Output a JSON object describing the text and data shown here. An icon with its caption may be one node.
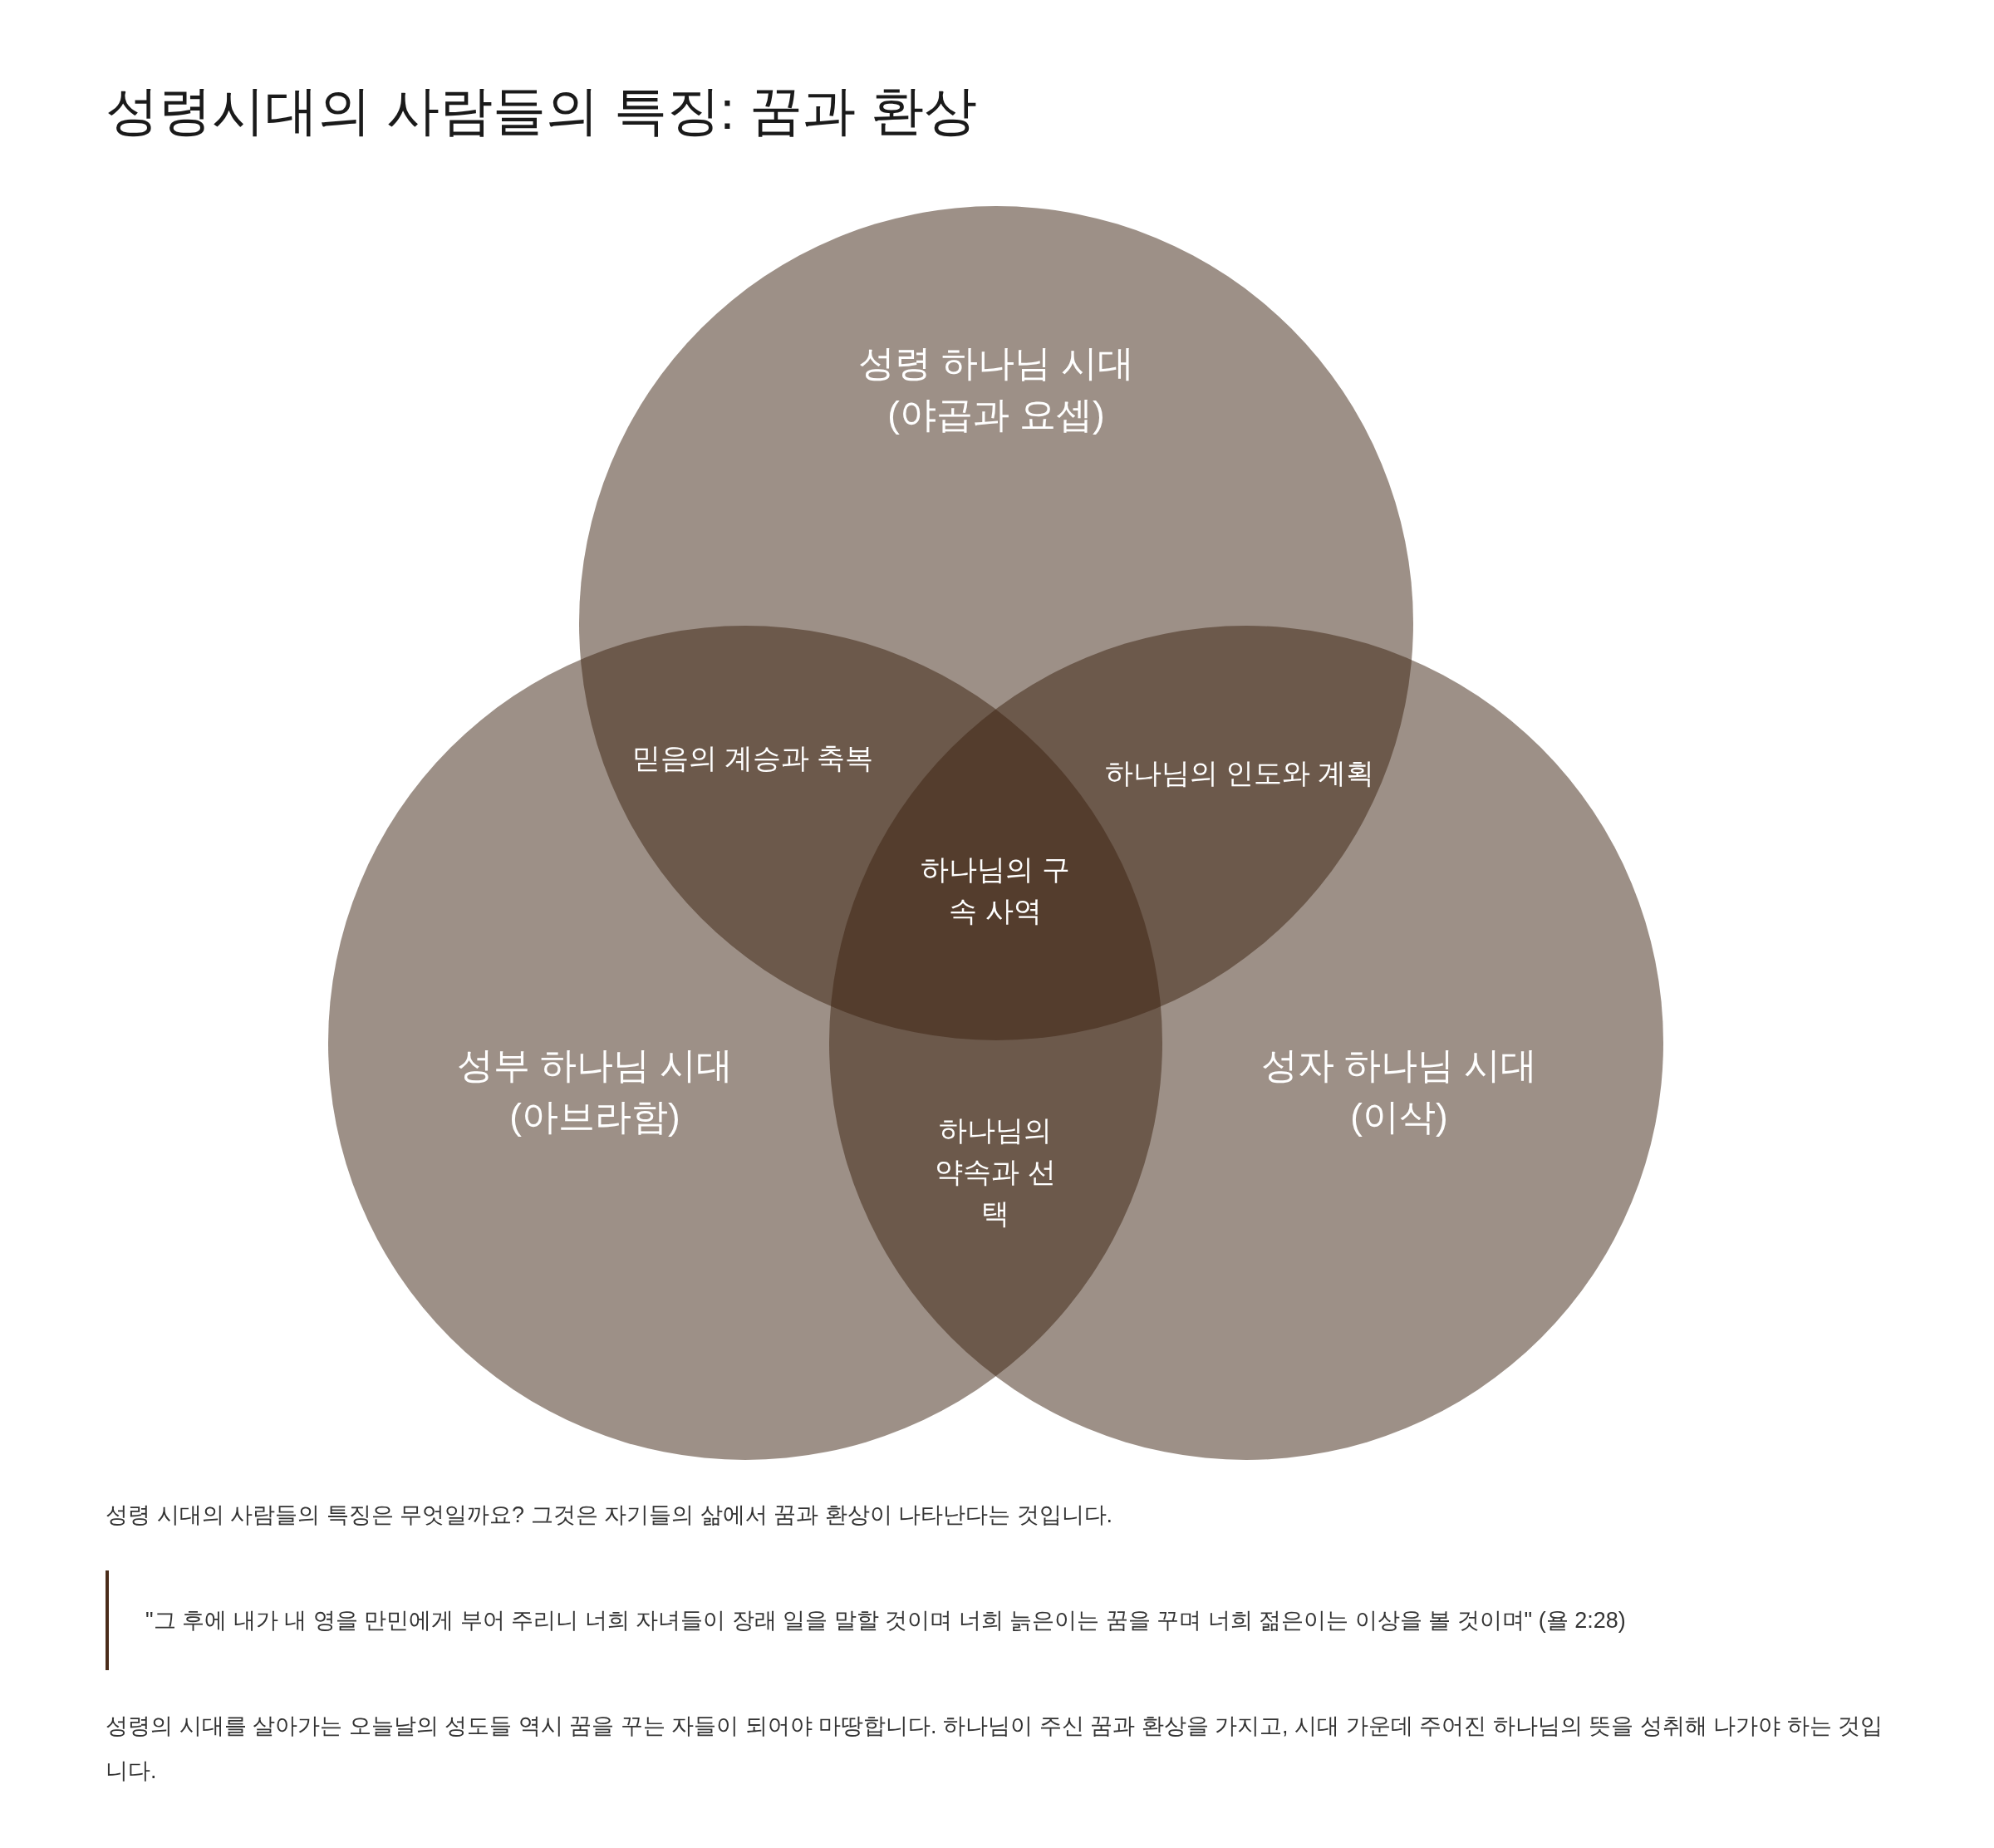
{
  "diagram": {
    "title": "성령시대의 사람들의 특징: 꿈과 환상",
    "nodes": [
      {
        "text": [
          "성령 하나님 시대",
          "(야곱과 요셉)"
        ]
      },
      {
        "text": [
          "성부 하나님 시대",
          "(아브라함)"
        ]
      },
      {
        "text": [
          "성자 하나님 시대",
          "(이삭)"
        ]
      },
      {
        "text": [
          "믿음의 계승과 축복"
        ]
      },
      {
        "text": [
          "하나님의 인도와 계획"
        ]
      },
      {
        "text": [
          "하나님의 구속 사역"
        ]
      },
      {
        "text": [
          "하나님의 약속과 선택"
        ]
      }
    ],
    "labels": [
      "성령 시대의 사람들의 특징은 무엇일까요? 그것은 자기들의 삶에서 꿈과 환상이 나타난다는 것입니다.",
      "\"그 후에 내가 내 영을 만민에게 부어 주리니 너희 자녀들이 장래 일을 말할 것이며 너희 늙은이는 꿈을 꾸며 너희 젊은이는 이상을 볼 것이며\" (욜 2:28)",
      "성령의 시대를 살아가는 오늘날의 성도들 역시 꿈을 꾸는 자들이 되어야 마땅합니다. 하나님이 주신 꿈과 환상을 가지고, 시대 가운데 주어진 하나님의 뜻을 성취해 나가야 하는 것입니다."
    ]
  }
}
